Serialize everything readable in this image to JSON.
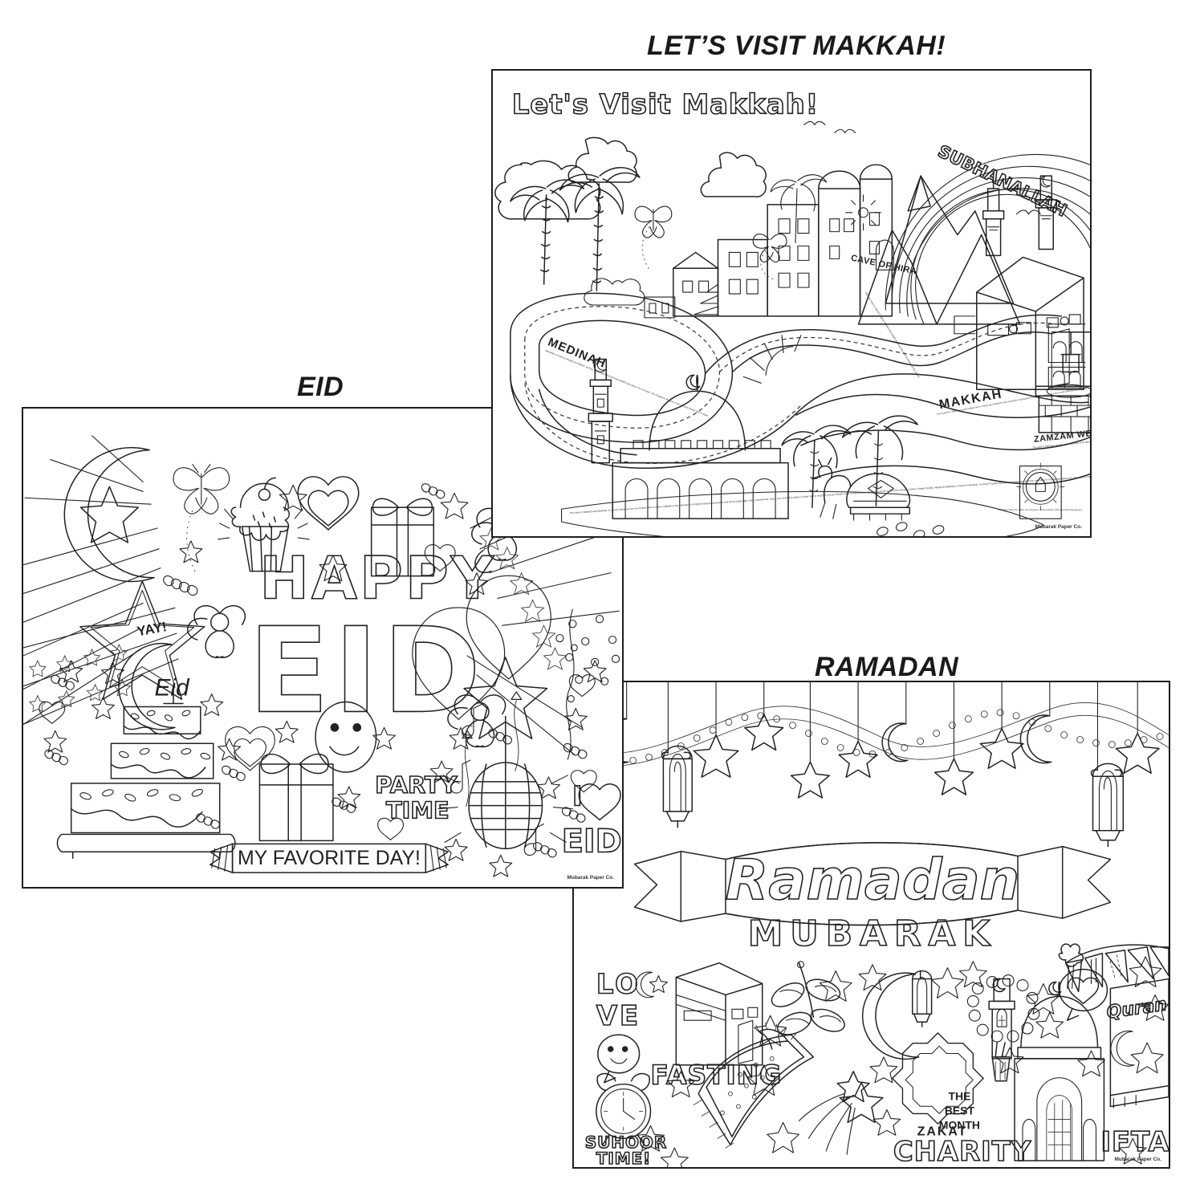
{
  "page": {
    "background_color": "#ffffff",
    "ink_color": "#222222",
    "kind": "product-photo-collage-of-coloring-posters",
    "sheet_count": 3
  },
  "labels": {
    "makkah": "LET’S VISIT MAKKAH!",
    "eid": "EID",
    "ramadan": "RAMADAN"
  },
  "posters": {
    "makkah": {
      "label": "LET’S VISIT MAKKAH!",
      "headline": "Let's Visit Makkah!",
      "watermark": "Mubarak Paper Co.",
      "map_labels": [
        "SUBHANALLAH",
        "CAVE OF HIRA",
        "MAKKAH",
        "MEDINAH",
        "ZAMZAM WELL"
      ],
      "makkah_caption": "The Kaaba in Makkah is the holiest site in Islam and Muslims face towards it during the five daily prayers. It is the most visited place for Hajj.",
      "medinah_caption": "Medinah is home to Masjid an-Nabawi, built by the Prophet Muhammad (SAW) and where he is buried. The Prophet's Mosque is the second holiest site in Islam.",
      "zamzam_caption": "The well of Zamzam sprang under the foot of Prophet Ismail (AS) after his mother, Hajar, ran seven times between the hills of Safa and Marwa. Allah blessed this water and has not dried out.",
      "cave_caption": "Jabal an-Nour is where Prophet Muhammad (SAW) received the first revelation of the Quran.",
      "bottom_caption": "The cities of Makkah and Medinah, in Saudi Arabia, are the two holiest cities in Islam. Makkah is the birthplace of Prophet Muhammad (SAW) and where pilgrimage, Hajj, is performed. Hajj is one of the five pillars of Islam and is required of each Muslim once in their lifetime. Medinah is home to the first mosque in Islam, Masjid al-Qiba. Masjid al-Qiblatayn, located in Medinah, is where Prophet Muhammad (SAW) received the command to change the Qibla from Jerusalem to Makkah. Muhammad (SAW) established the first Ummah (Muslim community).",
      "compass_caption": "Muslims face the Qibla, the direction of the Kaaba, when performing prayers",
      "compass_icon": "qibla-compass-icon",
      "scene_icons": [
        "cloud-icon",
        "palm-tree-icon",
        "butterfly-icon",
        "bird-icon",
        "city-buildings-icon",
        "mountain-icon",
        "rainbow-icon",
        "kaaba-icon",
        "minaret-icon",
        "mosque-dome-icon",
        "camel-icon",
        "sun-icon",
        "well-icon",
        "footprints-icon",
        "road-icon"
      ]
    },
    "eid": {
      "label": "EID",
      "headline_top": "HAPPY",
      "headline_main": "EID",
      "watermark": "Mubarak Paper Co.",
      "doodle_words": [
        "YAY!",
        "Eid",
        "PARTY TIME",
        "MY FAVORITE DAY!",
        "I",
        "EID"
      ],
      "banner_text": "MY FAVORITE DAY!",
      "party_text_line1": "PARTY",
      "party_text_line2": "TIME",
      "yay_text": "YAY!",
      "eid_script": "Eid",
      "i_love_eid_line1": "I",
      "i_love_eid_line2": "EID",
      "scene_icons": [
        "crescent-moon-star-icon",
        "sunburst-rays-icon",
        "butterfly-icon",
        "cupcake-icon",
        "heart-icon",
        "gift-box-icon",
        "flower-icon",
        "star-icon",
        "confetti-swirl-icon",
        "tiered-cake-icon",
        "smiley-face-icon",
        "balloon-icon",
        "polka-dot-balloon-icon",
        "disco-ball-icon",
        "music-note-icon",
        "streamer-icon",
        "yay-star-icon"
      ]
    },
    "ramadan": {
      "label": "RAMADAN",
      "banner_script": "Ramadan",
      "banner_sub": "MUBARAK",
      "watermark": "Mubarak Paper Co.",
      "doodle_words": [
        "LO VE",
        "FASTING",
        "SUHOOR TIME!",
        "ZAKAT",
        "CHARITY",
        "THE BEST MONTH",
        "Quran",
        "IFTAR"
      ],
      "love_line1": "LO",
      "love_line2": "VE",
      "fasting_text": "FASTING",
      "suhoor_line1": "SUHOOR",
      "suhoor_line2": "TIME!",
      "zakat_text": "ZAKAT",
      "charity_text": "CHARITY",
      "best_month_line1": "THE",
      "best_month_line2": "BEST",
      "best_month_line3": "MONTH",
      "quran_text": "Quran",
      "iftar_text": "IFTAR",
      "scene_icons": [
        "hanging-lantern-icon",
        "bead-garland-icon",
        "crescent-moon-icon",
        "star-icon",
        "kaaba-icon",
        "dates-branch-icon",
        "prayer-beads-icon",
        "bunting-flags-icon",
        "prayer-rug-icon",
        "alarm-clock-icon",
        "shooting-star-icon",
        "mosque-icon",
        "quran-book-icon",
        "heart-speech-bubble-icon",
        "smiley-speech-bubble-icon",
        "eight-point-star-badge-icon"
      ]
    }
  }
}
